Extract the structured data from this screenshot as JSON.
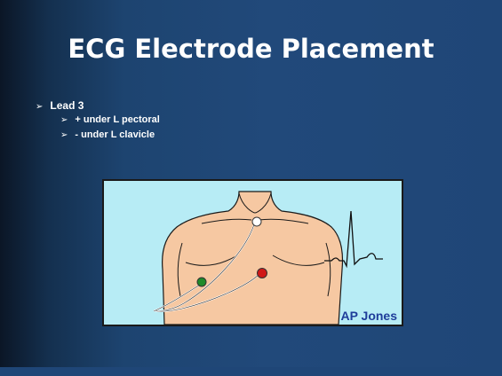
{
  "slide": {
    "title": "ECG Electrode Placement",
    "bullets": [
      {
        "label": "Lead 3",
        "sub": [
          "+ under L pectoral",
          "- under L clavicle"
        ]
      }
    ],
    "bullet_marker": "➢",
    "figure": {
      "credit": "AP Jones",
      "icons": [
        "torso-illustration",
        "white-electrode",
        "green-electrode",
        "red-electrode",
        "ecg-waveform"
      ],
      "colors": {
        "background": "#b7ecf5",
        "skin": "#f6c8a2",
        "green_electrode": "#1f8a2a",
        "red_electrode": "#d01818"
      }
    }
  }
}
